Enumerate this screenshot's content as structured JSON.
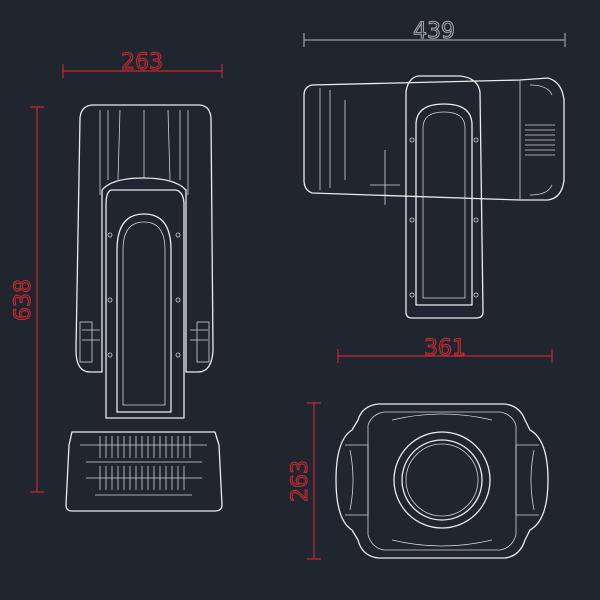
{
  "colors": {
    "background": "#20262f",
    "outline": "#e8ecef",
    "dimension_red": "#c8282f",
    "dimension_grey": "#9aa0a6"
  },
  "dimensions": {
    "front_width": "263",
    "front_height": "638",
    "side_width": "439",
    "side_arm_width": "361",
    "top_depth": "263"
  }
}
